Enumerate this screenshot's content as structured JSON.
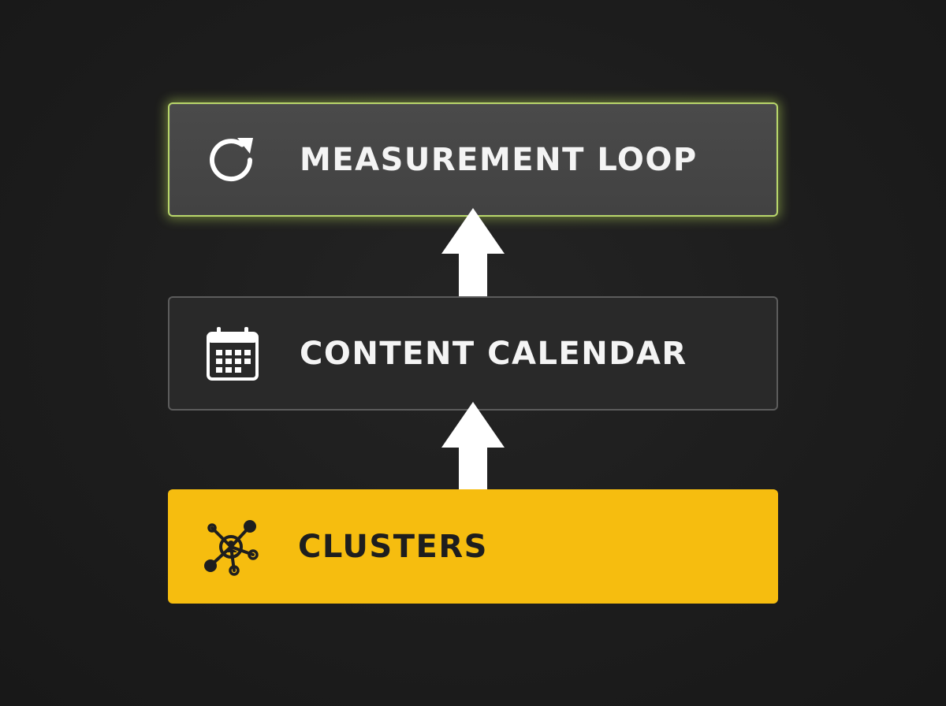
{
  "diagram": {
    "boxes": [
      {
        "label": "MEASUREMENT LOOP",
        "icon": "refresh-icon",
        "style": "highlighted-grey",
        "accent": "#b8d66a"
      },
      {
        "label": "CONTENT CALENDAR",
        "icon": "calendar-icon",
        "style": "dark-outline",
        "accent": "#5c5c5c"
      },
      {
        "label": "CLUSTERS",
        "icon": "network-cluster-icon",
        "style": "yellow-fill",
        "accent": "#f6bd0f"
      }
    ],
    "arrows": [
      {
        "from": "CLUSTERS",
        "to": "CONTENT CALENDAR",
        "direction": "up"
      },
      {
        "from": "CONTENT CALENDAR",
        "to": "MEASUREMENT LOOP",
        "direction": "up"
      }
    ],
    "colors": {
      "background": "#1d1d1d",
      "text_light": "#f4f4f4",
      "text_dark": "#1e1e1e",
      "arrow": "#ffffff"
    }
  }
}
